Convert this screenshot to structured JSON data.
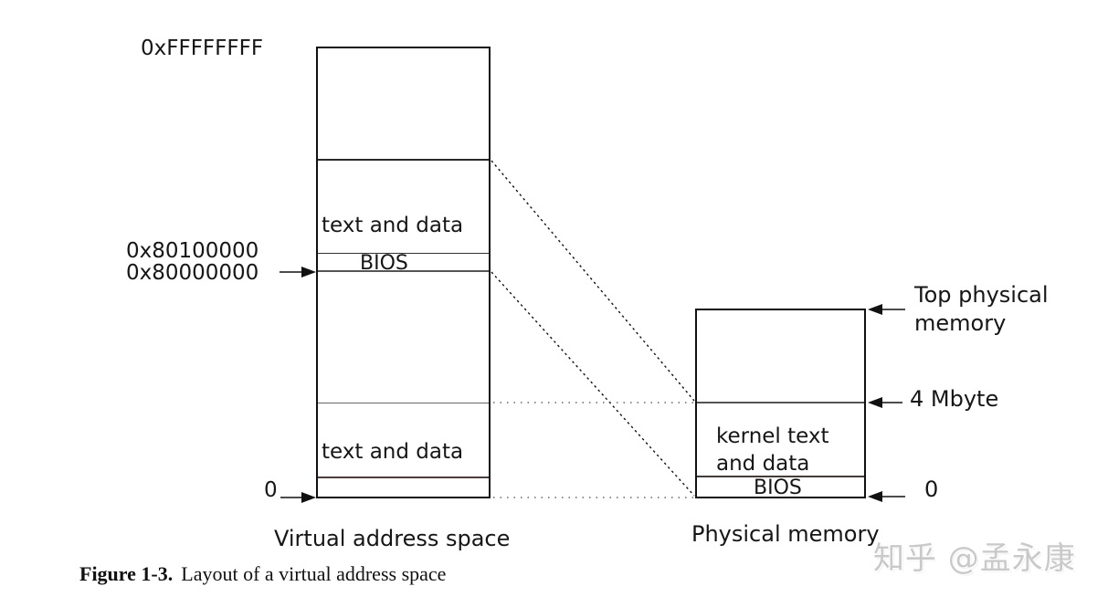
{
  "virtual_box": {
    "top_address": "0xFFFFFFFF",
    "addr_80100000": "0x80100000",
    "addr_80000000": "0x80000000",
    "zero": "0",
    "region_upper": "text and data",
    "region_upper_bios": "BIOS",
    "region_lower": "text and data",
    "axis_label": "Virtual address space"
  },
  "physical_box": {
    "top_label": "Top physical memory",
    "four_mbyte_label": "4 Mbyte",
    "zero": "0",
    "region_kernel": "kernel text and data",
    "region_bios": "BIOS",
    "axis_label": "Physical memory"
  },
  "caption": {
    "figure_label": "Figure 1-3.",
    "text": "Layout of a virtual address space"
  },
  "watermark": "知乎 @孟永康",
  "colors": {
    "ink": "#111111",
    "gray_line": "#555555",
    "dotted_gray": "#666666",
    "watermark_gray": "#c9c9c9"
  }
}
